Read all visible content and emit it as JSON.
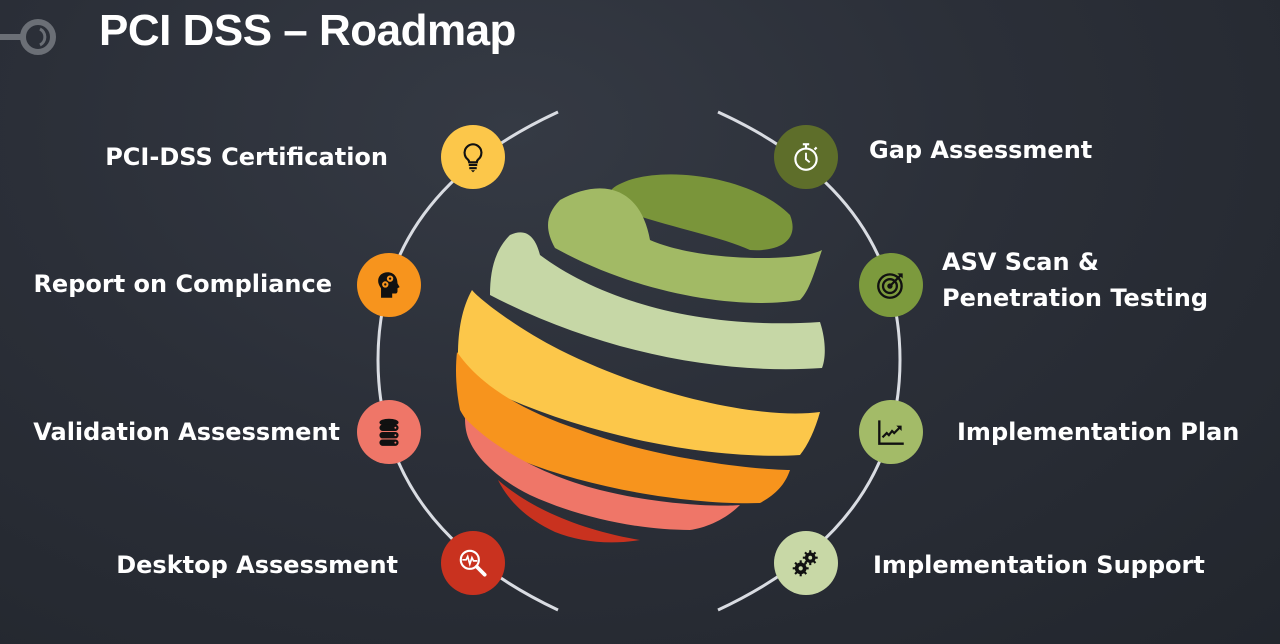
{
  "title": "PCI DSS – Roadmap",
  "colors": {
    "background": "#2b2f38",
    "arc": "#d9dce2",
    "yellow": "#fcc74a",
    "orange": "#f7941d",
    "salmon": "#ef7668",
    "red": "#c9321f",
    "dark_green": "#5e6e2a",
    "olive_green": "#7c9a3d",
    "light_green": "#a3bb68",
    "pale_green": "#c8d8a6"
  },
  "left_steps": [
    {
      "label": "PCI-DSS Certification",
      "icon": "lightbulb-icon",
      "color": "#fcc74a"
    },
    {
      "label": "Report on Compliance",
      "icon": "head-gears-icon",
      "color": "#f7941d"
    },
    {
      "label": "Validation Assessment",
      "icon": "database-icon",
      "color": "#ef7668"
    },
    {
      "label": "Desktop Assessment",
      "icon": "search-pulse-icon",
      "color": "#c9321f"
    }
  ],
  "right_steps": [
    {
      "label": "Gap Assessment",
      "icon": "stopwatch-icon",
      "color": "#5e6e2a"
    },
    {
      "label_line1": "ASV Scan &",
      "label_line2": "Penetration Testing",
      "icon": "target-icon",
      "color": "#7c9a3d"
    },
    {
      "label": "Implementation Plan",
      "icon": "line-chart-icon",
      "color": "#a3bb68"
    },
    {
      "label": "Implementation Support",
      "icon": "gears-icon",
      "color": "#c8d8a6"
    }
  ]
}
